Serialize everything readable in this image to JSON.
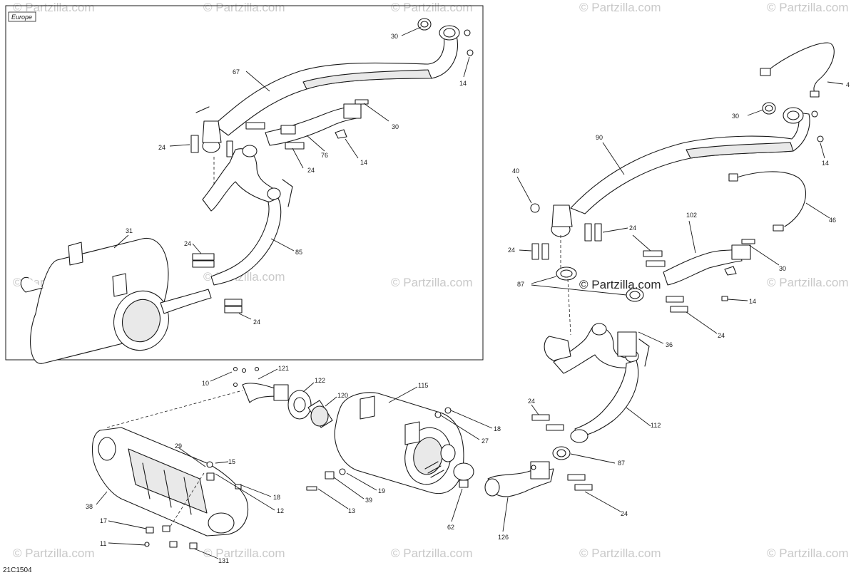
{
  "region_label": "Europe",
  "watermark_text": "© Partzilla.com",
  "brand_text": "© Partzilla.com",
  "diagram_code": "21C1504",
  "callouts": [
    {
      "id": "c1",
      "text": "30"
    },
    {
      "id": "c2",
      "text": "14"
    },
    {
      "id": "c3",
      "text": "67"
    },
    {
      "id": "c4",
      "text": "30"
    },
    {
      "id": "c5",
      "text": "24"
    },
    {
      "id": "c6",
      "text": "76"
    },
    {
      "id": "c7",
      "text": "14"
    },
    {
      "id": "c8",
      "text": "24"
    },
    {
      "id": "c9",
      "text": "31"
    },
    {
      "id": "c10",
      "text": "24"
    },
    {
      "id": "c11",
      "text": "85"
    },
    {
      "id": "c12",
      "text": "24"
    },
    {
      "id": "c13",
      "text": "4"
    },
    {
      "id": "c14",
      "text": "30"
    },
    {
      "id": "c15",
      "text": "90"
    },
    {
      "id": "c16",
      "text": "14"
    },
    {
      "id": "c17",
      "text": "40"
    },
    {
      "id": "c18",
      "text": "46"
    },
    {
      "id": "c19",
      "text": "24"
    },
    {
      "id": "c20",
      "text": "102"
    },
    {
      "id": "c21",
      "text": "24"
    },
    {
      "id": "c22",
      "text": "30"
    },
    {
      "id": "c23",
      "text": "87"
    },
    {
      "id": "c24",
      "text": "14"
    },
    {
      "id": "c25",
      "text": "24"
    },
    {
      "id": "c26",
      "text": "36"
    },
    {
      "id": "c27",
      "text": "112"
    },
    {
      "id": "c28",
      "text": "10"
    },
    {
      "id": "c29",
      "text": "121"
    },
    {
      "id": "c30",
      "text": "122"
    },
    {
      "id": "c31",
      "text": "120"
    },
    {
      "id": "c32",
      "text": "115"
    },
    {
      "id": "c33",
      "text": "18"
    },
    {
      "id": "c34",
      "text": "27"
    },
    {
      "id": "c35",
      "text": "24"
    },
    {
      "id": "c36",
      "text": "87"
    },
    {
      "id": "c37",
      "text": "29"
    },
    {
      "id": "c38",
      "text": "15"
    },
    {
      "id": "c39",
      "text": "18"
    },
    {
      "id": "c40",
      "text": "12"
    },
    {
      "id": "c41",
      "text": "38"
    },
    {
      "id": "c42",
      "text": "19"
    },
    {
      "id": "c43",
      "text": "39"
    },
    {
      "id": "c44",
      "text": "13"
    },
    {
      "id": "c45",
      "text": "62"
    },
    {
      "id": "c46",
      "text": "126"
    },
    {
      "id": "c47",
      "text": "24"
    },
    {
      "id": "c48",
      "text": "17"
    },
    {
      "id": "c49",
      "text": "11"
    },
    {
      "id": "c50",
      "text": "131"
    }
  ]
}
